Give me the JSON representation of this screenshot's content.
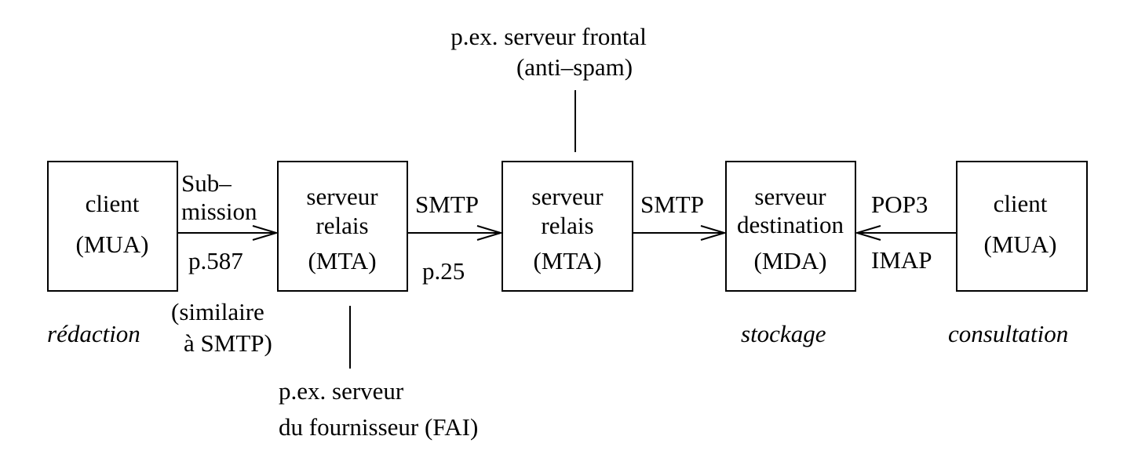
{
  "boxes": {
    "client_left": {
      "line1": "client",
      "line2": "(MUA)"
    },
    "relay_1": {
      "line1": "serveur",
      "line2": "relais",
      "line3": "(MTA)"
    },
    "relay_2": {
      "line1": "serveur",
      "line2": "relais",
      "line3": "(MTA)"
    },
    "destination": {
      "line1": "serveur",
      "line2": "destination",
      "line3": "(MDA)"
    },
    "client_right": {
      "line1": "client",
      "line2": "(MUA)"
    }
  },
  "links": {
    "submission": {
      "label_line1": "Sub–",
      "label_line2": "mission",
      "port": "p.587",
      "note_line1": "(similaire",
      "note_line2": "à SMTP)"
    },
    "smtp_1": {
      "label": "SMTP",
      "port": "p.25"
    },
    "smtp_2": {
      "label": "SMTP"
    },
    "retrieval": {
      "label_top": "POP3",
      "label_bottom": "IMAP"
    }
  },
  "callouts": {
    "frontal": {
      "line1": "p.ex. serveur frontal",
      "line2": "(anti–spam)"
    },
    "provider": {
      "line1": "p.ex. serveur",
      "line2": "du fournisseur (FAI)"
    }
  },
  "roles": {
    "redaction": "rédaction",
    "stockage": "stockage",
    "consultation": "consultation"
  }
}
